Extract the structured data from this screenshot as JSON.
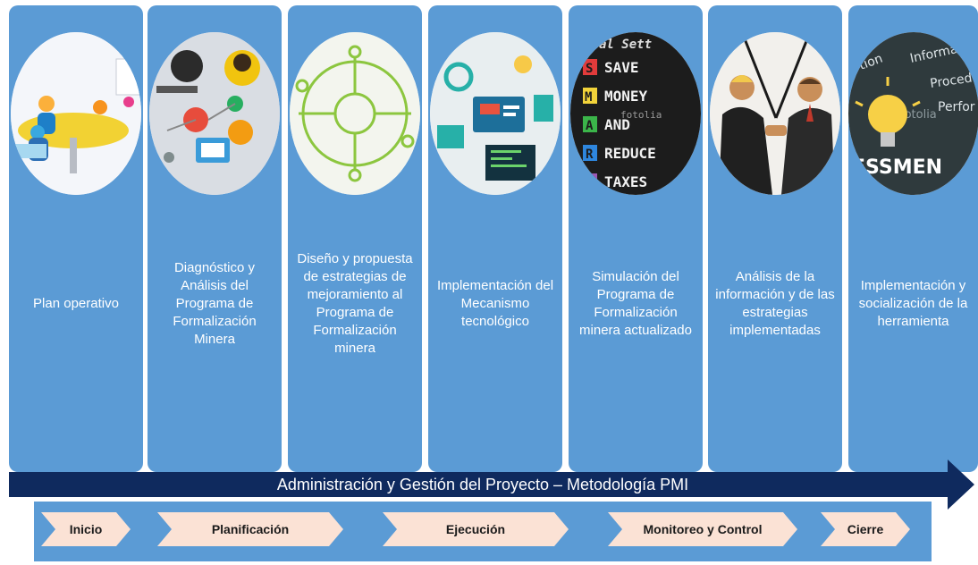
{
  "columns": [
    {
      "label": "Plan operativo",
      "image": "meeting-table-people-icon"
    },
    {
      "label": "Diagnóstico y Análisis del Programa de Formalización Minera",
      "image": "team-workspace-icon"
    },
    {
      "label": "Diseño y propuesta de estrategias de mejoramiento al Programa de Formalización minera",
      "image": "hub-network-icon"
    },
    {
      "label": "Implementación del Mecanismo tecnológico",
      "image": "tech-interface-icon"
    },
    {
      "label": "Simulación del Programa de Formalización minera actualizado",
      "image": "chalkboard-smart-icon"
    },
    {
      "label": "Análisis de la información y de las estrategias implementadas",
      "image": "business-handshake-icon"
    },
    {
      "label": "Implementación y socialización de la herramienta",
      "image": "idea-bulb-assessment-icon"
    }
  ],
  "chalkboard": {
    "letters": [
      "S",
      "M",
      "A",
      "R",
      "T"
    ],
    "words": [
      "SAVE",
      "MONEY",
      "AND",
      "REDUCE",
      "TAXES"
    ],
    "header": "al Sett",
    "watermark": "fotolia"
  },
  "bulb_board": {
    "words": [
      "tion",
      "Informat",
      "Proced",
      "Perfor",
      "ESSMEN"
    ],
    "watermark": "fotolia"
  },
  "main_arrow": {
    "label": "Administración y Gestión del Proyecto – Metodología PMI",
    "color": "#0f2a5e"
  },
  "phases": [
    "Inicio",
    "Planificación",
    "Ejecución",
    "Monitoreo y Control",
    "Cierre"
  ],
  "colors": {
    "column": "#5b9bd5",
    "phase_fill": "#fbe2d5",
    "arrow": "#0f2a5e"
  }
}
